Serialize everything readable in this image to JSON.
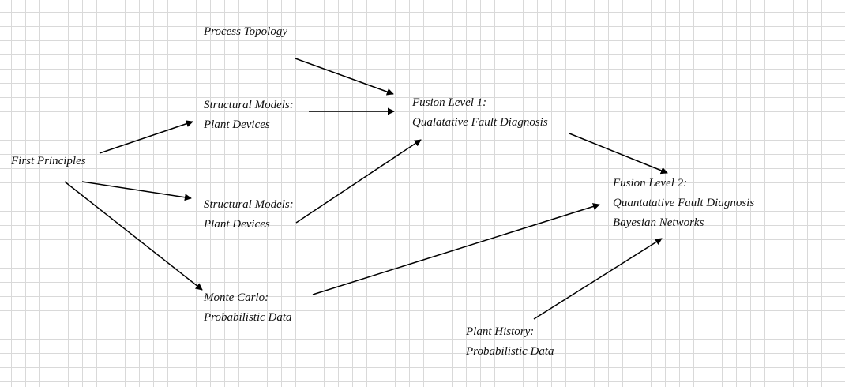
{
  "colors": {
    "grid": "#d9d9d9",
    "text": "#111111",
    "arrow": "#000000"
  },
  "nodes": {
    "first_principles": {
      "lines": [
        "First Principles"
      ]
    },
    "process_topology": {
      "lines": [
        "Process Topology"
      ]
    },
    "structural_upper": {
      "lines": [
        "Structural Models:",
        "Plant Devices"
      ]
    },
    "structural_lower": {
      "lines": [
        "Structural Models:",
        "Plant Devices"
      ]
    },
    "monte_carlo": {
      "lines": [
        "Monte Carlo:",
        "Probabilistic Data"
      ]
    },
    "fusion_level_1": {
      "lines": [
        "Fusion Level 1:",
        "Qualatative Fault Diagnosis"
      ]
    },
    "fusion_level_2": {
      "lines": [
        "Fusion Level 2:",
        "Quantatative Fault Diagnosis",
        "Bayesian Networks"
      ]
    },
    "plant_history": {
      "lines": [
        "Plant History:",
        "Probabilistic Data"
      ]
    }
  },
  "edges": [
    {
      "from": "first_principles",
      "to": "structural_upper"
    },
    {
      "from": "first_principles",
      "to": "structural_lower"
    },
    {
      "from": "first_principles",
      "to": "monte_carlo"
    },
    {
      "from": "process_topology",
      "to": "fusion_level_1"
    },
    {
      "from": "structural_upper",
      "to": "fusion_level_1"
    },
    {
      "from": "structural_lower",
      "to": "fusion_level_1"
    },
    {
      "from": "fusion_level_1",
      "to": "fusion_level_2"
    },
    {
      "from": "monte_carlo",
      "to": "fusion_level_2"
    },
    {
      "from": "plant_history",
      "to": "fusion_level_2"
    }
  ]
}
